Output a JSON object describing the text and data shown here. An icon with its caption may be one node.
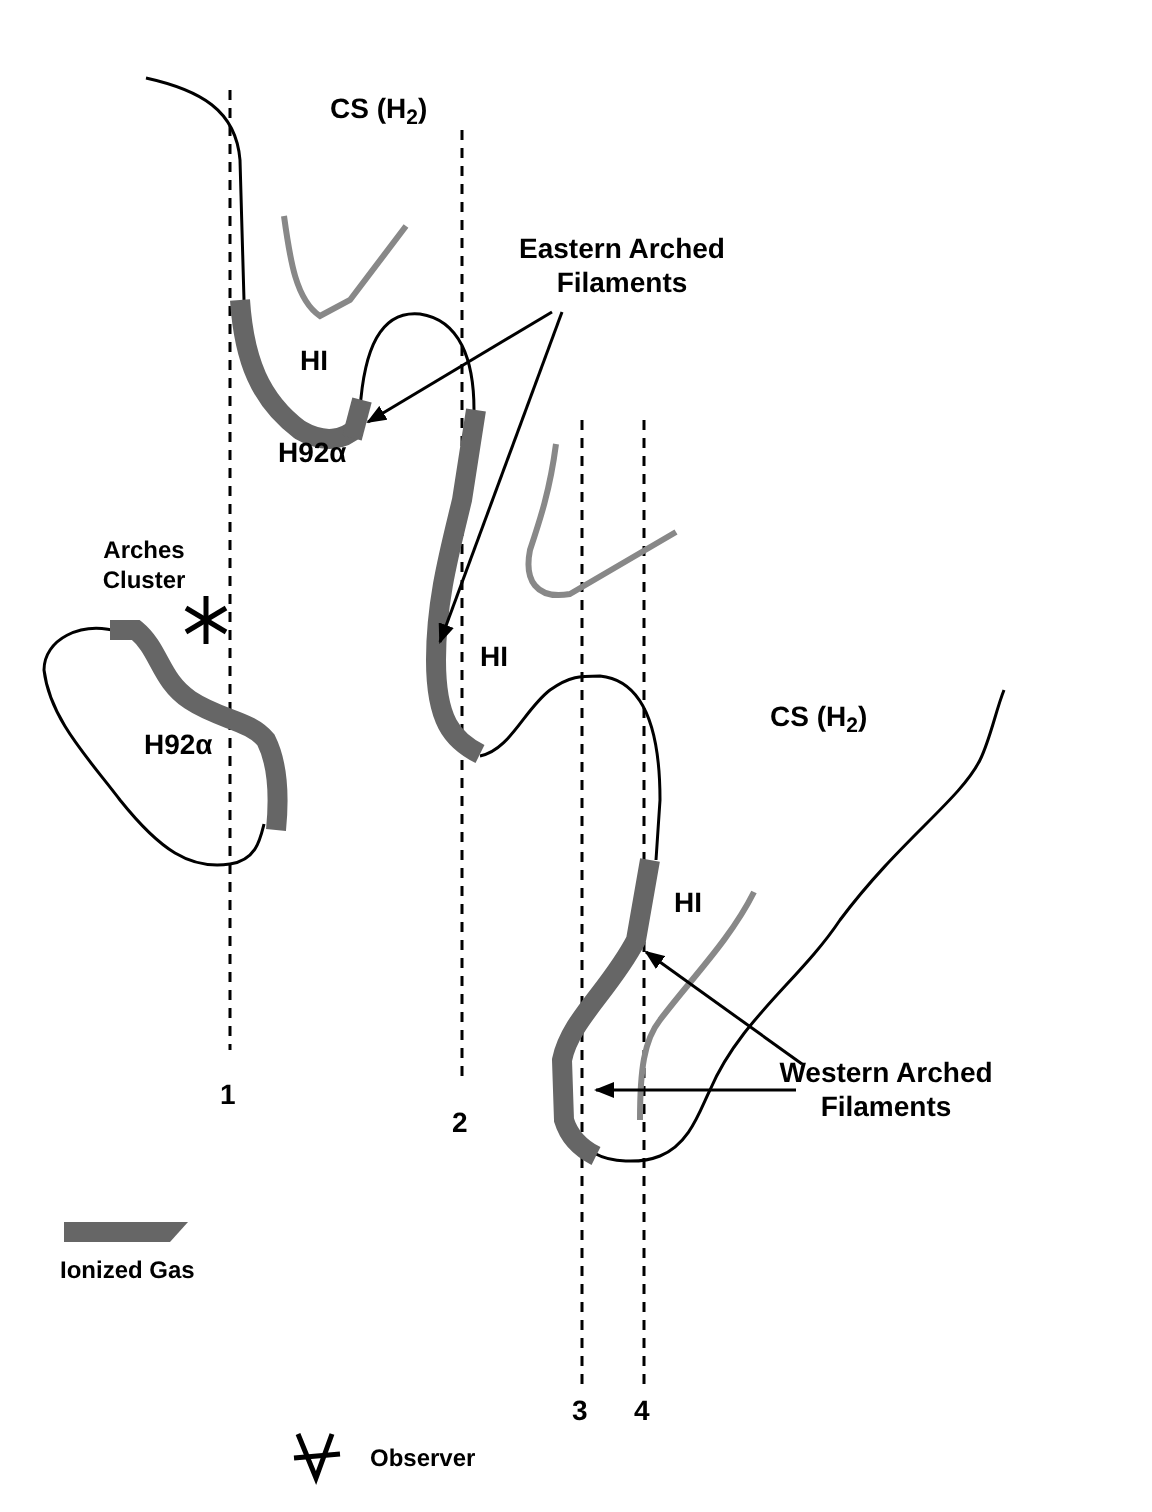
{
  "diagram": {
    "nodes": [
      {
        "text": [
          "Eastern Arched Filaments"
        ]
      },
      {
        "text": [
          "Western Arched Filaments"
        ]
      },
      {
        "text": [],
        "shape": "bar"
      },
      {
        "text": [],
        "shape": "bar"
      },
      {
        "text": [],
        "shape": "bar"
      }
    ],
    "edges": [
      {
        "from": 0,
        "to": 2,
        "arrow": "to"
      },
      {
        "from": 0,
        "to": 3,
        "arrow": "to"
      },
      {
        "from": 1,
        "to": 4,
        "arrow": "to"
      },
      {
        "from": 1,
        "to": 4,
        "arrow": "to"
      }
    ],
    "labels": [
      "CS (H$_{2}$)",
      "HI",
      "H92α",
      "Arches Cluster",
      "HI",
      "H92α",
      "CS (H$_{2}$)",
      "HI",
      "1",
      "2",
      "3",
      "4",
      "Observer"
    ],
    "legend": [
      {
        "text": "Ionized Gas",
        "color": "#666666"
      }
    ]
  }
}
